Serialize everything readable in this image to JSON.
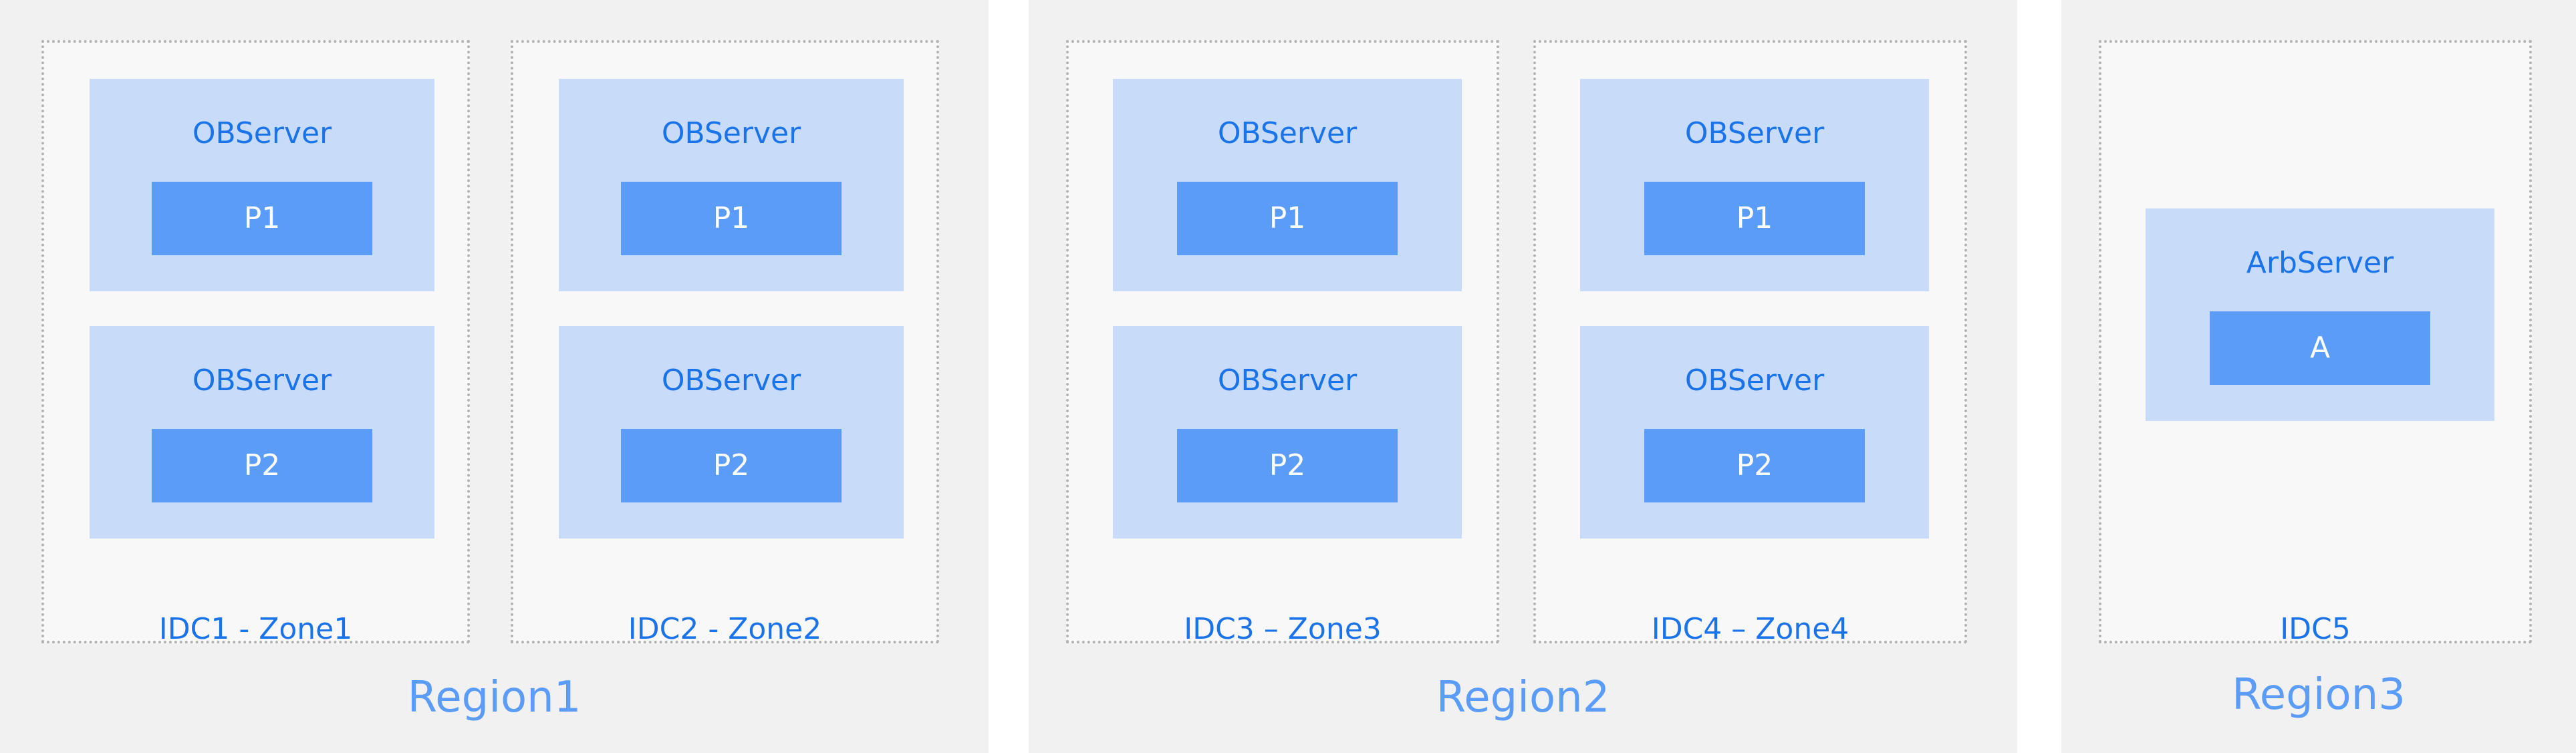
{
  "regions": [
    {
      "label": "Region1",
      "zones": [
        {
          "label": "IDC1 - Zone1",
          "servers": [
            {
              "name": "OBServer",
              "partition": "P1"
            },
            {
              "name": "OBServer",
              "partition": "P2"
            }
          ]
        },
        {
          "label": "IDC2 - Zone2",
          "servers": [
            {
              "name": "OBServer",
              "partition": "P1"
            },
            {
              "name": "OBServer",
              "partition": "P2"
            }
          ]
        }
      ]
    },
    {
      "label": "Region2",
      "zones": [
        {
          "label": "IDC3 – Zone3",
          "servers": [
            {
              "name": "OBServer",
              "partition": "P1"
            },
            {
              "name": "OBServer",
              "partition": "P2"
            }
          ]
        },
        {
          "label": "IDC4 – Zone4",
          "servers": [
            {
              "name": "OBServer",
              "partition": "P1"
            },
            {
              "name": "OBServer",
              "partition": "P2"
            }
          ]
        }
      ]
    },
    {
      "label": "Region3",
      "zones": [
        {
          "label": "IDC5",
          "servers": [
            {
              "name": "ArbServer",
              "partition": "A"
            }
          ]
        }
      ]
    }
  ],
  "colors": {
    "region_bg": "#f1f1f1",
    "zone_bg": "#f8f8f8",
    "zone_border": "#b3b3b3",
    "server_bg": "#c8dcfa",
    "partition_bg": "#5b9cf9",
    "text_blue": "#1a73e8",
    "region_label": "#5b9cf9"
  }
}
